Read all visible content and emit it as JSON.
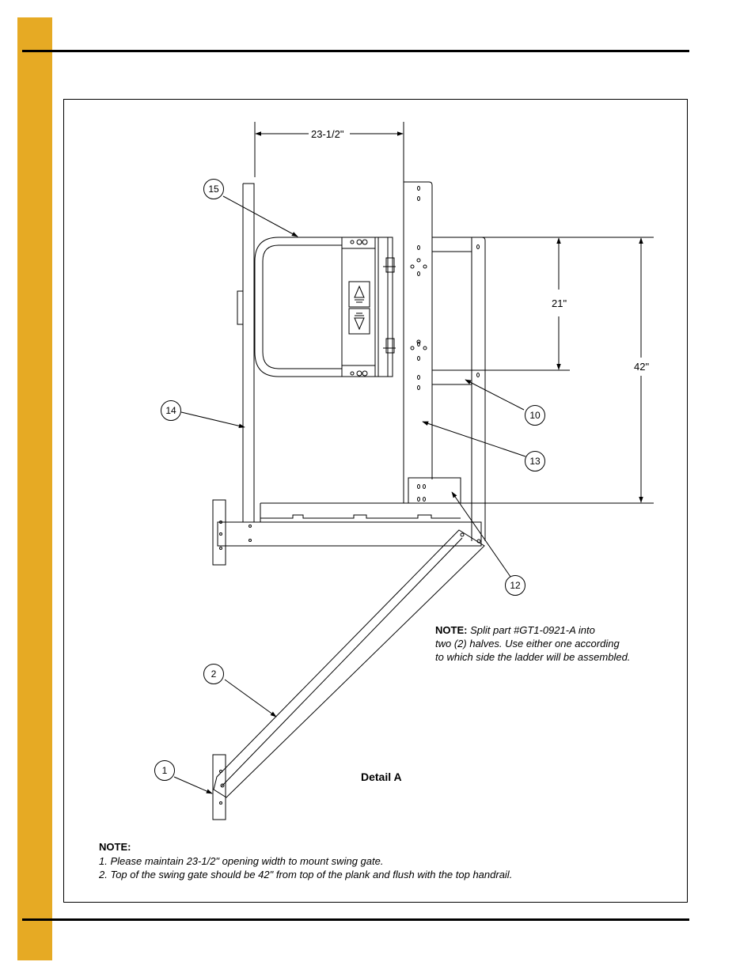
{
  "page": {
    "accent_color": "#e6aa24"
  },
  "dimensions": {
    "width_opening": "23-1/2\"",
    "gate_height": "21\"",
    "handrail_height": "42\""
  },
  "callouts": [
    "15",
    "14",
    "10",
    "13",
    "12",
    "2",
    "1"
  ],
  "split_note": {
    "label": "NOTE:",
    "line1": " Split part #GT1-0921-A into",
    "line2": "two (2) halves. Use either one according",
    "line3": "to which side the ladder will be assembled."
  },
  "detail_title": "Detail A",
  "bottom_note": {
    "label": "NOTE:",
    "line1": "1. Please maintain 23-1/2\" opening width to mount swing gate.",
    "line2": "2. Top of the swing gate should be 42\" from top of the plank and flush with the top handrail."
  }
}
